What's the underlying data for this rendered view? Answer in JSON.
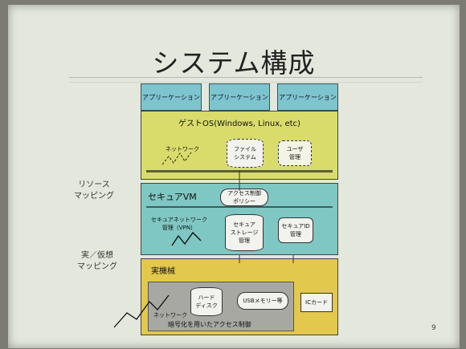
{
  "slide": {
    "title": "システム構成",
    "page_number": "9",
    "side_labels": {
      "resource_mapping": [
        "リソース",
        "マッピング"
      ],
      "real_virtual_mapping": [
        "実／仮想",
        "マッピング"
      ]
    }
  },
  "apps": [
    "アプリーケーション",
    "アプリーケーション",
    "アプリーケーション"
  ],
  "guest_os": {
    "title": "ゲストOS(Windows, Linux, etc)",
    "network": "ネットワーク",
    "file_system": [
      "ファイル",
      "システム"
    ],
    "user_mgmt": [
      "ユーザ",
      "管理"
    ]
  },
  "secure_vm": {
    "title": "セキュアVM",
    "access_policy": [
      "アクセス制御",
      "ポリシー"
    ],
    "secure_network": [
      "セキュアネットワーク",
      "管理（VPN）"
    ],
    "secure_storage": [
      "セキュア",
      "ストレージ",
      "管理"
    ],
    "secure_id": [
      "セキュアID",
      "管理"
    ]
  },
  "hardware": {
    "title": "実機械",
    "hard_disk": [
      "ハード",
      "ディスク"
    ],
    "usb_memory": "USBメモリー等",
    "ic_card": "ICカード",
    "network": "ネットワーク",
    "caption": "暗号化を用いたアクセス制御"
  }
}
